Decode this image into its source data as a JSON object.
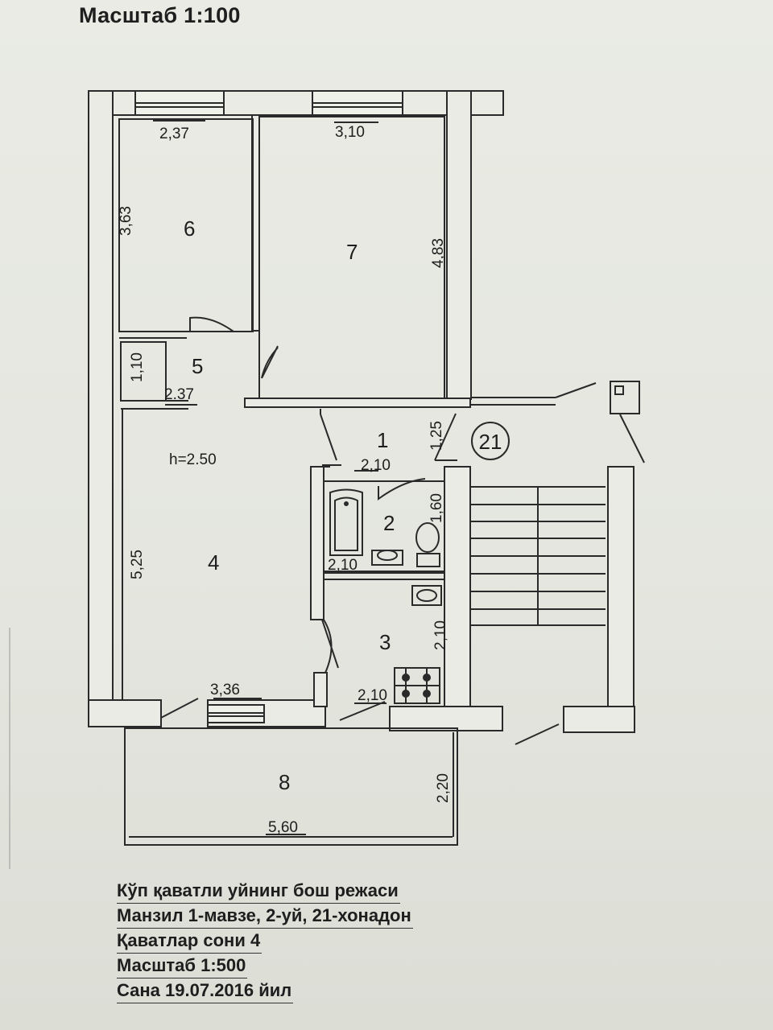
{
  "header": {
    "scale_title": "Масштаб 1:100"
  },
  "plan": {
    "apartment_number": "21",
    "height_label": "h=2.50",
    "rooms": [
      {
        "number": "1"
      },
      {
        "number": "2"
      },
      {
        "number": "3"
      },
      {
        "number": "4"
      },
      {
        "number": "5"
      },
      {
        "number": "6"
      },
      {
        "number": "7"
      },
      {
        "number": "8"
      }
    ],
    "dimensions": {
      "r6_width": "2,37",
      "r6_height": "3,63",
      "r7_width": "3,10",
      "r7_height": "4,83",
      "r5_height": "1,10",
      "r5_width": "2.37",
      "r1_width": "2,10",
      "r1_height": "1,25",
      "r2_width": "2,10",
      "r2_height": "1,60",
      "r3_width": "2,10",
      "r3_height": "2,10",
      "r4_height": "5,25",
      "r4_width": "3,36",
      "r8_width": "5,60",
      "r8_height": "2,20"
    }
  },
  "caption": {
    "line1": "Кўп қаватли уйнинг бош режаси",
    "line2": "Манзил 1-мавзе, 2-уй, 21-хонадон",
    "line3": "Қаватлар сони 4",
    "line4": "Масштаб 1:500",
    "line5": "Сана 19.07.2016 йил"
  }
}
